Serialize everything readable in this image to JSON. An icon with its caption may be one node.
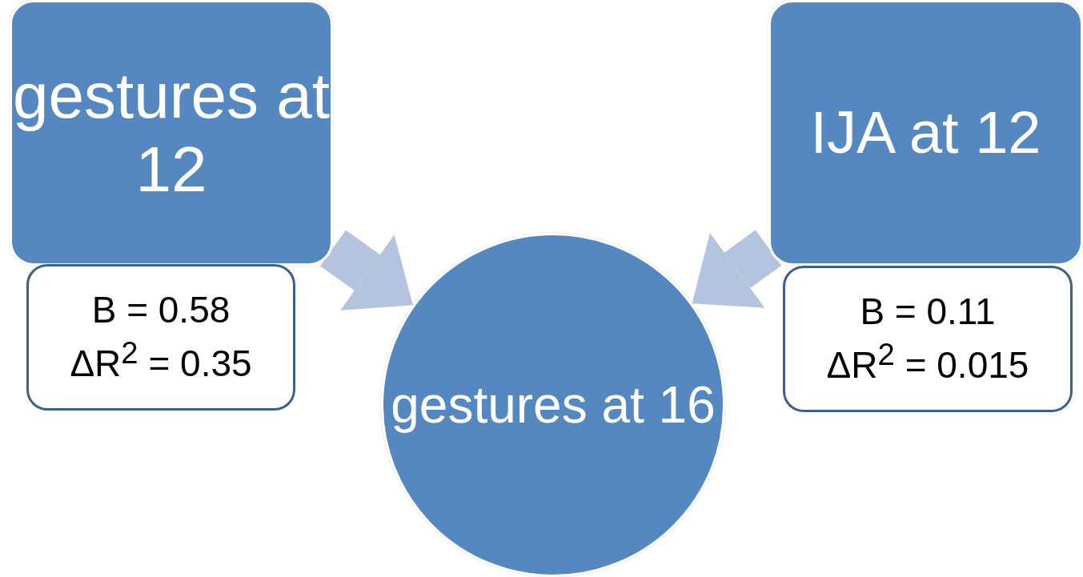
{
  "diagram": {
    "nodes": [
      {
        "text": [
          "gestures at 12"
        ]
      },
      {
        "text": [
          "IJA at 12"
        ]
      },
      {
        "text": [
          "B = 0.58",
          "ΔR$^{2}$ = 0.35"
        ]
      },
      {
        "text": [
          "gestures at 16"
        ]
      },
      {
        "text": [
          "B = 0.11",
          "ΔR$^{2}$ = 0.015"
        ]
      }
    ],
    "edges": [
      {
        "from": 0,
        "to": 3,
        "arrow": "to"
      },
      {
        "from": 1,
        "to": 3,
        "arrow": "to"
      }
    ]
  }
}
